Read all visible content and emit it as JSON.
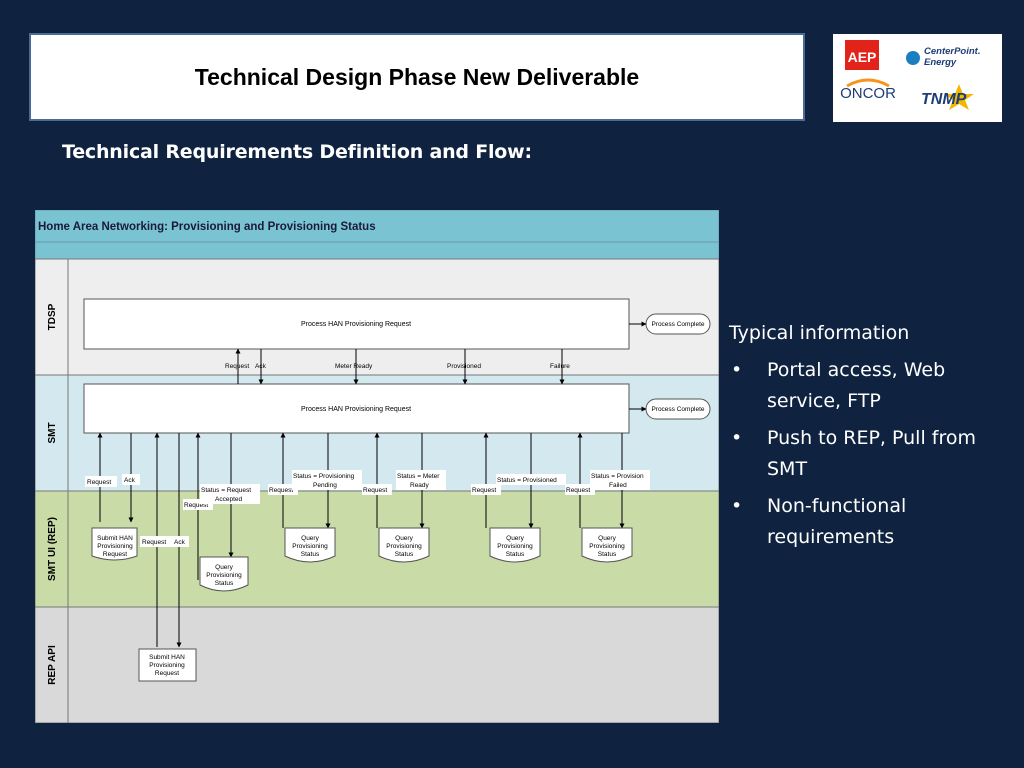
{
  "header": {
    "title": "Technical Design Phase New Deliverable"
  },
  "logos": {
    "aep": "AEP",
    "centerpoint": "CenterPoint. Energy",
    "oncor": "ONCOR",
    "tnmp": "TNMP"
  },
  "subtitle": "Technical Requirements Definition and Flow:",
  "diagram": {
    "title": "Home Area Networking: Provisioning and Provisioning Status",
    "lanes": [
      "TDSP",
      "SMT",
      "SMT UI (REP)",
      "REP API"
    ],
    "tdsp_process": "Process HAN Provisioning Request",
    "smt_process": "Process HAN Provisioning Request",
    "process_complete": "Process Complete",
    "tdsp_smt_labels": {
      "request": "Request",
      "ack": "Ack",
      "meter_ready": "Meter Ready",
      "provisioned": "Provisioned",
      "failure": "Failure"
    },
    "smt_rep_labels": {
      "request": "Request",
      "ack": "Ack",
      "status_accepted": "Status = Request Accepted",
      "status_pending": "Status = Provisioning Pending",
      "status_meter_ready": "Status = Meter Ready",
      "status_provisioned": "Status = Provisioned",
      "status_failed": "Status = Provision Failed"
    },
    "rep_nodes": {
      "submit": "Submit HAN Provisioning Request",
      "query": "Query Provisioning Status"
    },
    "api_labels": {
      "request": "Request",
      "ack": "Ack"
    },
    "api_submit": "Submit HAN Provisioning Request"
  },
  "info": {
    "heading": "Typical information",
    "bullet_glyph": "•",
    "items": [
      "Portal access, Web service, FTP",
      "Push to REP, Pull from SMT",
      "Non-functional requirements"
    ]
  },
  "colors": {
    "background": "#0f2340",
    "diagram_header": "#79c3d3",
    "tdsp_lane": "#eeeeee",
    "smt_lane": "#d3e9ef",
    "rep_lane": "#c9dca7",
    "api_lane": "#d9d9d9"
  }
}
